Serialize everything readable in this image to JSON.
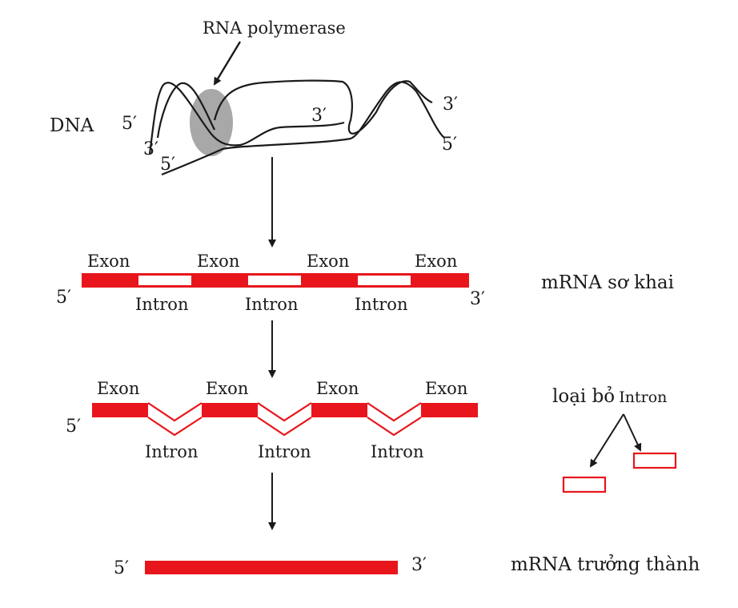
{
  "dna": {
    "label": "DNA",
    "polymerase_label": "RNA polymerase",
    "left_top_end": "5′",
    "left_mid_end": "3′",
    "left_bottom_end": "5′",
    "inner_end": "3′",
    "right_top_end": "3′",
    "right_bottom_end": "5′"
  },
  "pre_mrna": {
    "caption": "mRNA sơ khai",
    "end5": "5′",
    "end3": "3′",
    "exon_labels": [
      "Exon",
      "Exon",
      "Exon",
      "Exon"
    ],
    "intron_labels": [
      "Intron",
      "Intron",
      "Intron"
    ]
  },
  "splicing": {
    "caption_main": "loại bỏ",
    "caption_small": "Intron",
    "end5": "5′",
    "exon_labels": [
      "Exon",
      "Exon",
      "Exon",
      "Exon"
    ],
    "intron_labels": [
      "Intron",
      "Intron",
      "Intron"
    ]
  },
  "mature_mrna": {
    "caption": "mRNA trưởng thành",
    "end5": "5′",
    "end3": "3′"
  },
  "colors": {
    "exon": "#e8161c",
    "polymerase": "#a8a8a8",
    "line": "#1a1a1a"
  }
}
